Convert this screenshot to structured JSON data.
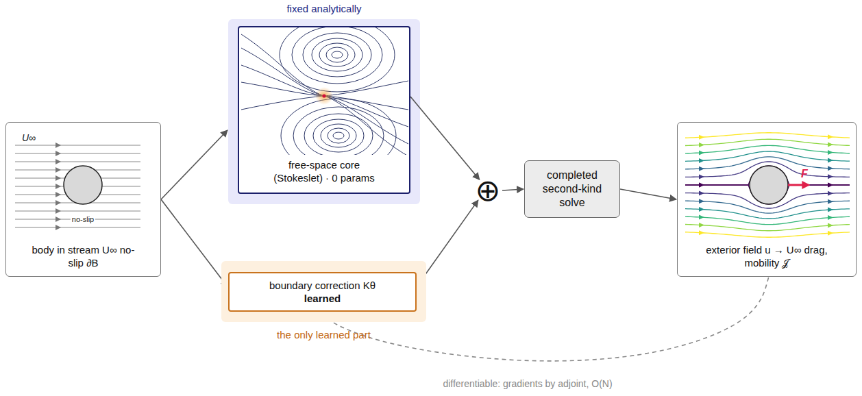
{
  "diagram": {
    "nodes": [
      {
        "text": [
          "body in stream U∞ no-slip ∂B"
        ]
      },
      {
        "text": [
          "fixed analytically"
        ]
      },
      {
        "text": [
          "free-space core (Stokeslet) · 0 params"
        ],
        "in": 1
      },
      {
        "text": [
          "the only learned part"
        ]
      },
      {
        "text": [
          "boundary correction Kθ",
          "learned"
        ],
        "in": 3
      },
      {
        "text": [
          "⊕"
        ]
      },
      {
        "text": [
          "completed second-kind solve"
        ]
      },
      {
        "text": [
          "exterior field u → U∞ drag, mobility 𝒥"
        ]
      }
    ],
    "edges": [
      {
        "from": 0,
        "to": 1,
        "arrow": "to"
      },
      {
        "from": 0,
        "to": 4,
        "arrow": "to"
      },
      {
        "from": 2,
        "to": 5,
        "arrow": "to"
      },
      {
        "from": 4,
        "to": 5,
        "arrow": "to"
      },
      {
        "from": 5,
        "to": 6,
        "arrow": "to"
      },
      {
        "from": 6,
        "to": 7,
        "arrow": "to"
      },
      {
        "from": 7,
        "to": 4,
        "arrow": "to",
        "label": "differentiable: gradients by adjoint, O(N)"
      }
    ],
    "labels": [
      "U∞",
      "no-slip",
      "F"
    ]
  }
}
